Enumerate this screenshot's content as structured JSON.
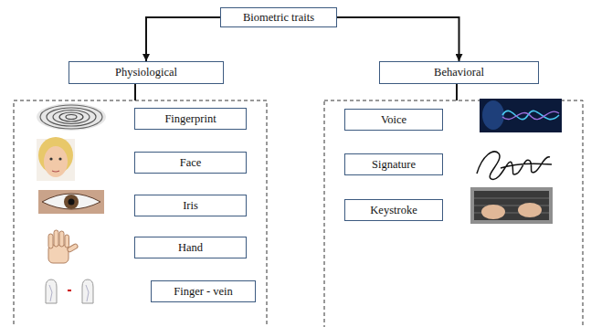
{
  "diagram": {
    "nodes": [
      {
        "text": [
          "Biometric traits"
        ]
      },
      {
        "text": [
          "Physiological"
        ]
      },
      {
        "text": [
          "Behavioral"
        ]
      },
      {
        "text": [
          "Fingerprint"
        ]
      },
      {
        "text": [
          "Face"
        ]
      },
      {
        "text": [
          "Iris"
        ]
      },
      {
        "text": [
          "Hand"
        ]
      },
      {
        "text": [
          "Finger - vein"
        ]
      },
      {
        "text": [
          "Voice"
        ]
      },
      {
        "text": [
          "Signature"
        ]
      },
      {
        "text": [
          "Keystroke"
        ]
      }
    ],
    "edges": [
      {
        "from": 0,
        "to": 1,
        "arrow": "to"
      },
      {
        "from": 0,
        "to": 2,
        "arrow": "to"
      }
    ]
  }
}
